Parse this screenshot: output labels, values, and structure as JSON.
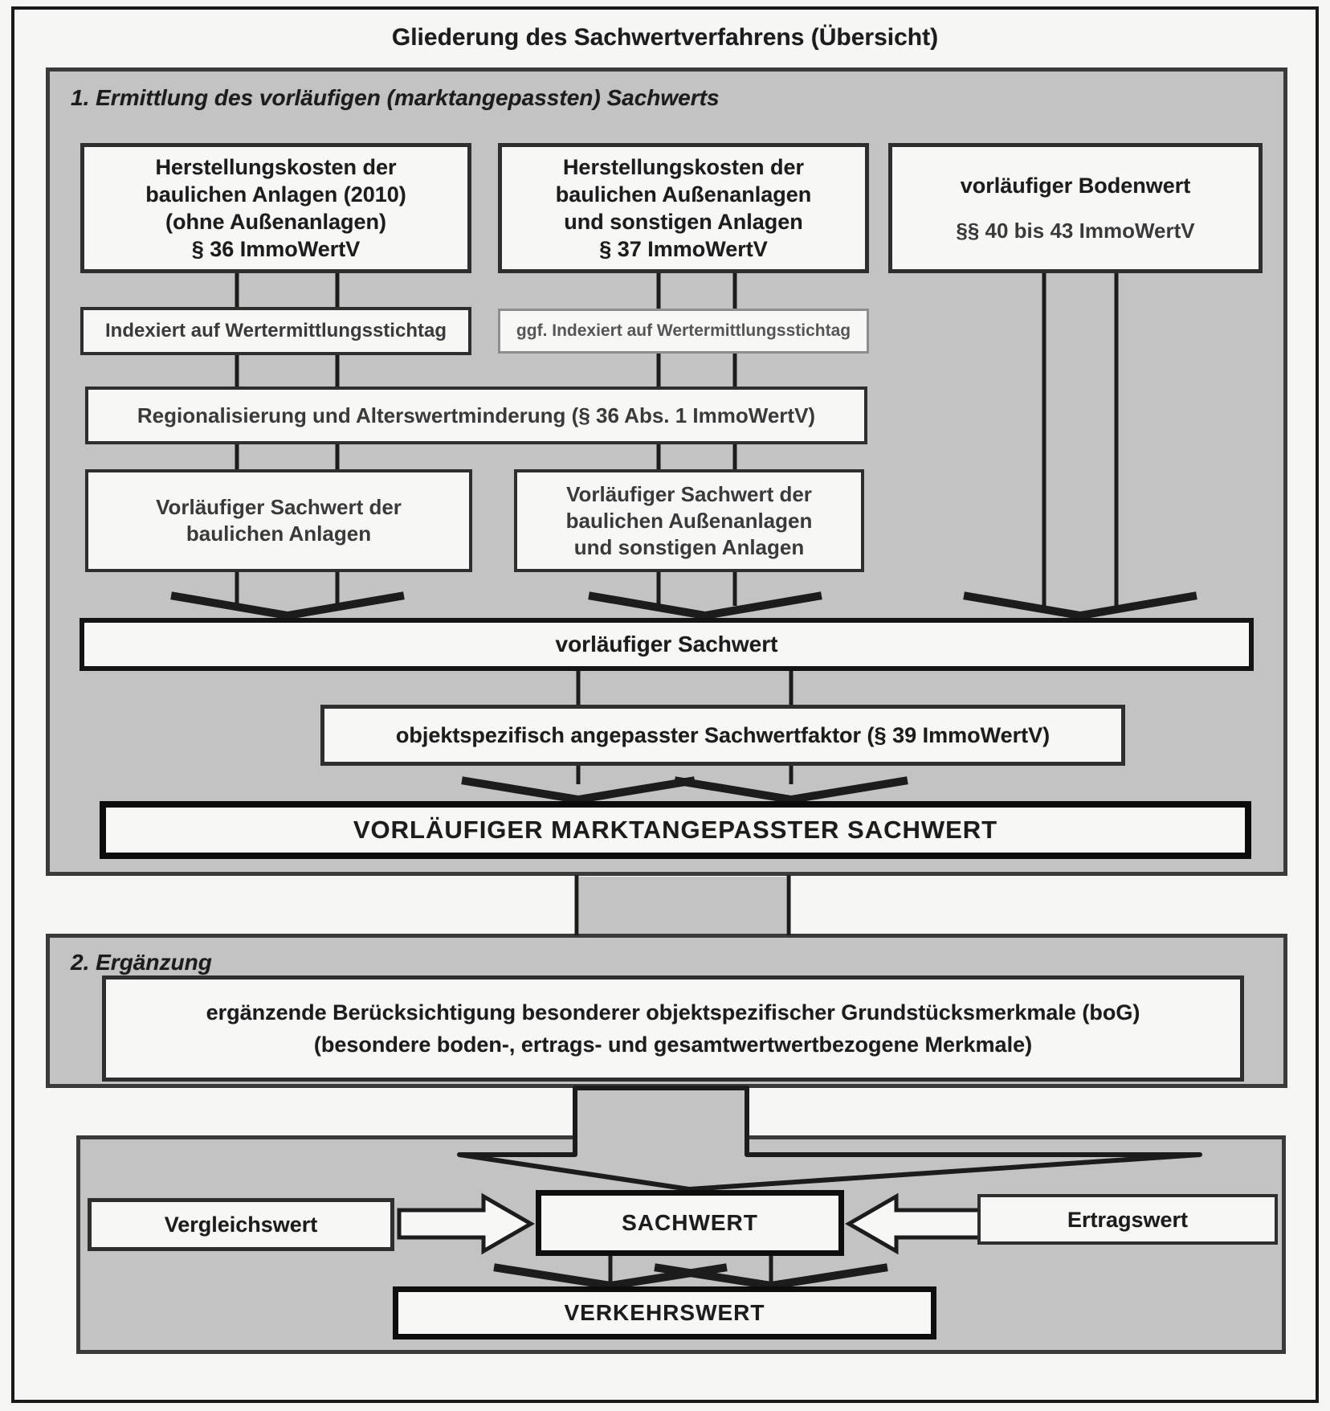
{
  "title": "Gliederung des Sachwertverfahrens (Übersicht)",
  "colors": {
    "panel_gray": "#c3c3c3",
    "box_fill": "#f7f7f5",
    "border_dark": "#1c1c1c"
  },
  "section1": {
    "heading": "1. Ermittlung des vorläufigen (marktangepassten) Sachwerts",
    "cost_buildings": "Herstellungskosten der\nbaulichen Anlagen (2010)\n(ohne Außenanlagen)\n§ 36 ImmoWertV",
    "cost_outdoor": "Herstellungskosten der\nbaulichen Außenanlagen\nund sonstigen Anlagen\n§ 37 ImmoWertV",
    "land_value_title": "vorläufiger Bodenwert",
    "land_value_ref": "§§ 40 bis 43 ImmoWertV",
    "indexed": "Indexiert auf Wertermittlungsstichtag",
    "indexed_optional": "ggf. Indexiert auf Wertermittlungsstichtag",
    "regionalization": "Regionalisierung und Alterswertminderung (§ 36 Abs. 1 ImmoWertV)",
    "prelim_buildings": "Vorläufiger Sachwert der\nbaulichen Anlagen",
    "prelim_outdoor": "Vorläufiger Sachwert der\nbaulichen Außenanlagen\nund sonstigen Anlagen",
    "prelim_sachwert": "vorläufiger Sachwert",
    "factor": "objektspezifisch angepasster Sachwertfaktor (§ 39 ImmoWertV)",
    "market_adjusted": "VORLÄUFIGER MARKTANGEPASSTER SACHWERT"
  },
  "section2": {
    "heading": "2. Ergänzung",
    "bog": "ergänzende Berücksichtigung besonderer objektspezifischer Grundstücksmerkmale (boG)\n(besondere boden-, ertrags- und gesamtwertwertbezogene Merkmale)"
  },
  "section3": {
    "vergleichswert": "Vergleichswert",
    "sachwert": "SACHWERT",
    "ertragswert": "Ertragswert",
    "verkehrswert": "VERKEHRSWERT"
  }
}
